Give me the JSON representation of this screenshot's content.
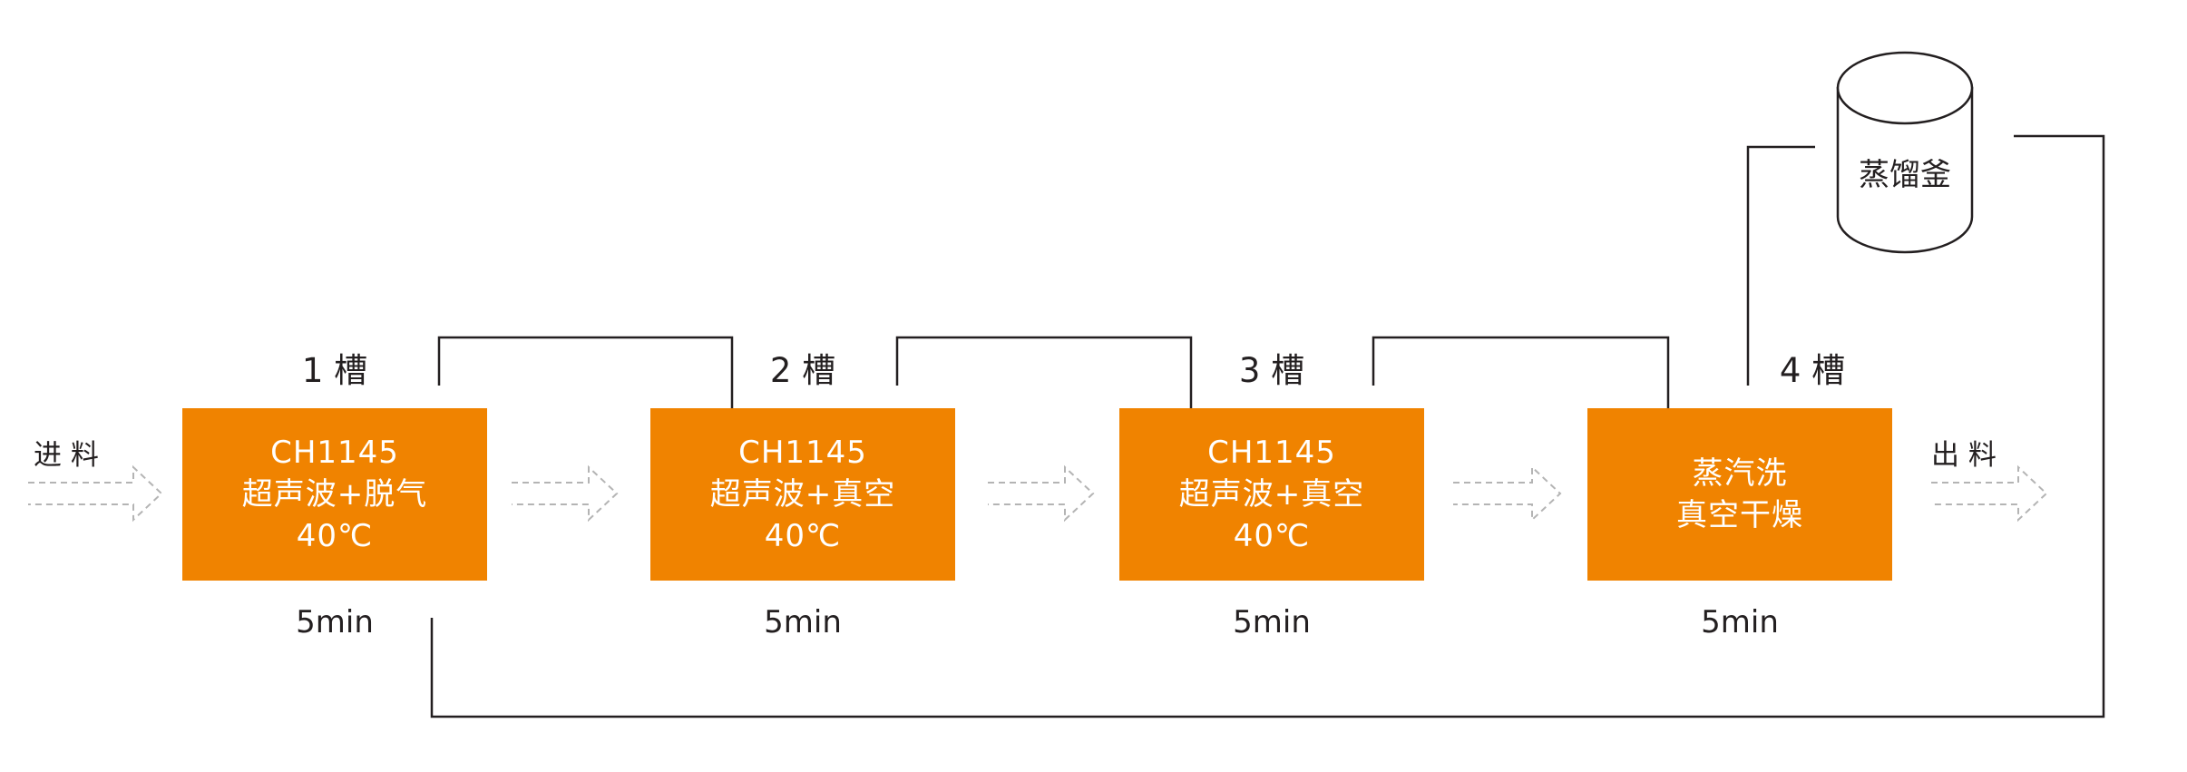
{
  "colors": {
    "tank_fill": "#F08300",
    "tank_text": "#FFFFFF",
    "line": "#231F20",
    "flow_arrow": "#B4B4B4"
  },
  "inlet": {
    "label": "进 料"
  },
  "outlet": {
    "label": "出 料"
  },
  "tanks": [
    {
      "label": "1 槽",
      "lines": [
        "CH1145",
        "超声波+脱气",
        "40℃"
      ],
      "time": "5min"
    },
    {
      "label": "2 槽",
      "lines": [
        "CH1145",
        "超声波+真空",
        "40℃"
      ],
      "time": "5min"
    },
    {
      "label": "3 槽",
      "lines": [
        "CH1145",
        "超声波+真空",
        "40℃"
      ],
      "time": "5min"
    },
    {
      "label": "4 槽",
      "lines": [
        "蒸汽洗",
        "真空干燥"
      ],
      "time": "5min"
    }
  ],
  "still": {
    "label": "蒸馏釜"
  }
}
